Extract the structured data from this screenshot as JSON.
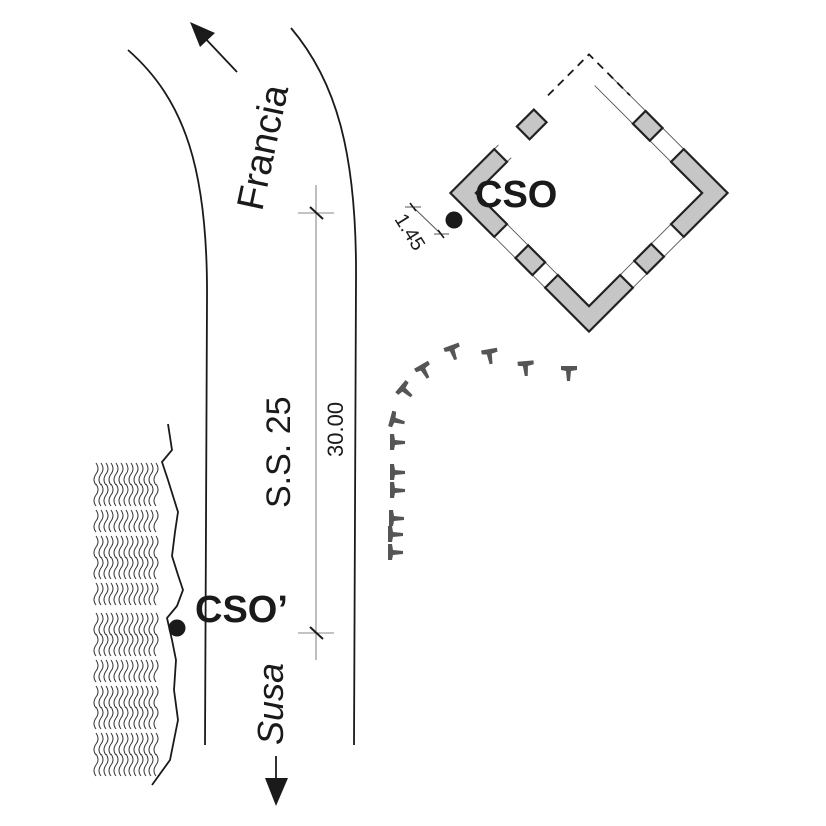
{
  "drawing": {
    "title": "Site plan",
    "road": {
      "name": "S.S. 25",
      "direction_north": "Francia",
      "direction_south": "Susa",
      "length_dimension": "30.00"
    },
    "points": [
      {
        "id": "cso",
        "label": "CSO",
        "offset_dimension": "1.45"
      },
      {
        "id": "cso_prime",
        "label": "CSO’"
      }
    ],
    "building": {
      "wall_fill": "#c6c6c6",
      "stroke": "#222222"
    },
    "trees": {
      "count": 13,
      "color": "#555555"
    },
    "colors": {
      "ink": "#1a1a1a",
      "dimension_line": "#888888",
      "hatch": "#333333"
    }
  }
}
